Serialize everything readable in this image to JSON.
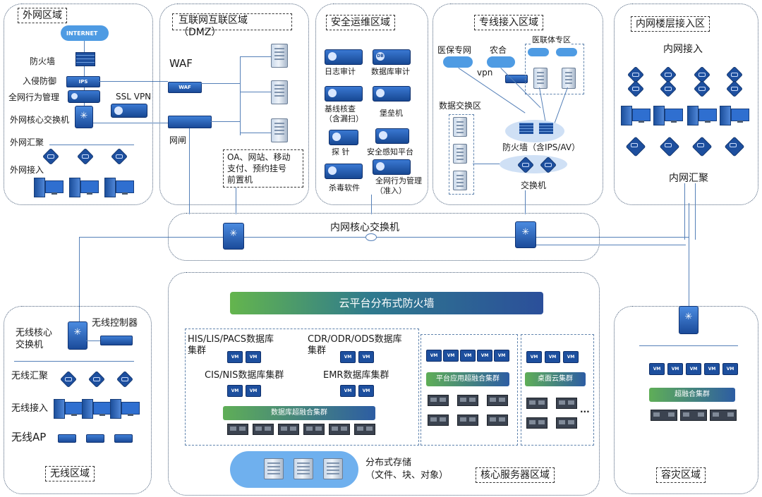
{
  "zones": {
    "external": "外网区域",
    "dmz": "互联网互联区域\n（DMZ）",
    "secops": "安全运维区域",
    "dedicated": "专线接入区域",
    "intranet_floor": "内网楼层接入区",
    "wireless": "无线区域",
    "core_server": "核心服务器区域",
    "dr": "容灾区域"
  },
  "external": {
    "internet": "INTERNET",
    "firewall": "防火墙",
    "ips_label": "入侵防御",
    "ips_badge": "IPS",
    "behavior": "全网行为管理",
    "sslvpn": "SSL VPN",
    "core_switch": "外网核心交换机",
    "aggregation": "外网汇聚",
    "access": "外网接入"
  },
  "dmz": {
    "waf_label": "WAF",
    "waf_badge": "WAF",
    "gatekeeper": "网闸",
    "apps": "OA、网站、移动\n支付、预约挂号\n前置机"
  },
  "secops": {
    "log_audit": "日志审计",
    "db_audit": "数据库审计",
    "db_badge": "DB",
    "baseline": "基线核查\n（含漏扫）",
    "bastion": "堡垒机",
    "probe": "探  针",
    "awareness": "安全感知平台",
    "antivirus": "杀毒软件",
    "behavior_access": "全网行为管理\n（准入）"
  },
  "dedicated": {
    "medical_insurance": "医保专网",
    "rural_coop": "农合",
    "vpn": "vpn",
    "medical_alliance": "医联体专区",
    "data_exchange": "数据交换区",
    "firewall": "防火墙（含IPS/AV）",
    "switch": "交换机"
  },
  "intranet": {
    "access": "内网接入",
    "aggregation": "内网汇聚"
  },
  "core_switch": "内网核心交换机",
  "wireless": {
    "core": "无线核心\n交换机",
    "controller": "无线控制器",
    "aggregation": "无线汇聚",
    "access": "无线接入",
    "ap": "无线AP"
  },
  "server": {
    "cloud_firewall": "云平台分布式防火墙",
    "his_cluster": "HIS/LIS/PACS数据库\n集群",
    "cdr_cluster": "CDR/ODR/ODS数据库\n集群",
    "cis_cluster": "CIS/NIS数据库集群",
    "emr_cluster": "EMR数据库集群",
    "db_hci": "数据库超融合集群",
    "app_hci": "平台应用超融合集群",
    "desktop_cloud": "桌面云集群",
    "ellipsis": "...",
    "storage": "分布式存储\n（文件、块、对象）",
    "vm_tag": "VM"
  },
  "dr": {
    "hci": "超融合集群"
  },
  "colors": {
    "zone_border": "#4a5f7a",
    "link": "#5580b8",
    "device_blue": "#1d4f9e",
    "cloud_firewall_left": "#64b54d",
    "cloud_firewall_right": "#2b4f9a"
  }
}
